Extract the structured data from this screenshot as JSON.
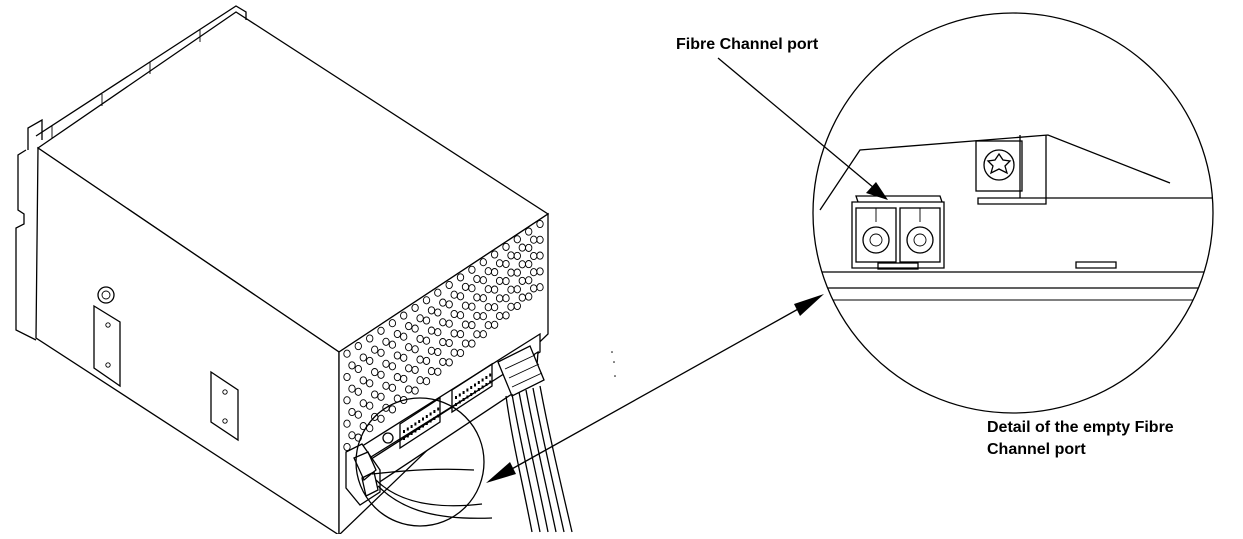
{
  "figure": {
    "callout_port": "Fibre Channel port",
    "caption_line1": "Detail of the empty Fibre",
    "caption_line2": "Channel port"
  }
}
